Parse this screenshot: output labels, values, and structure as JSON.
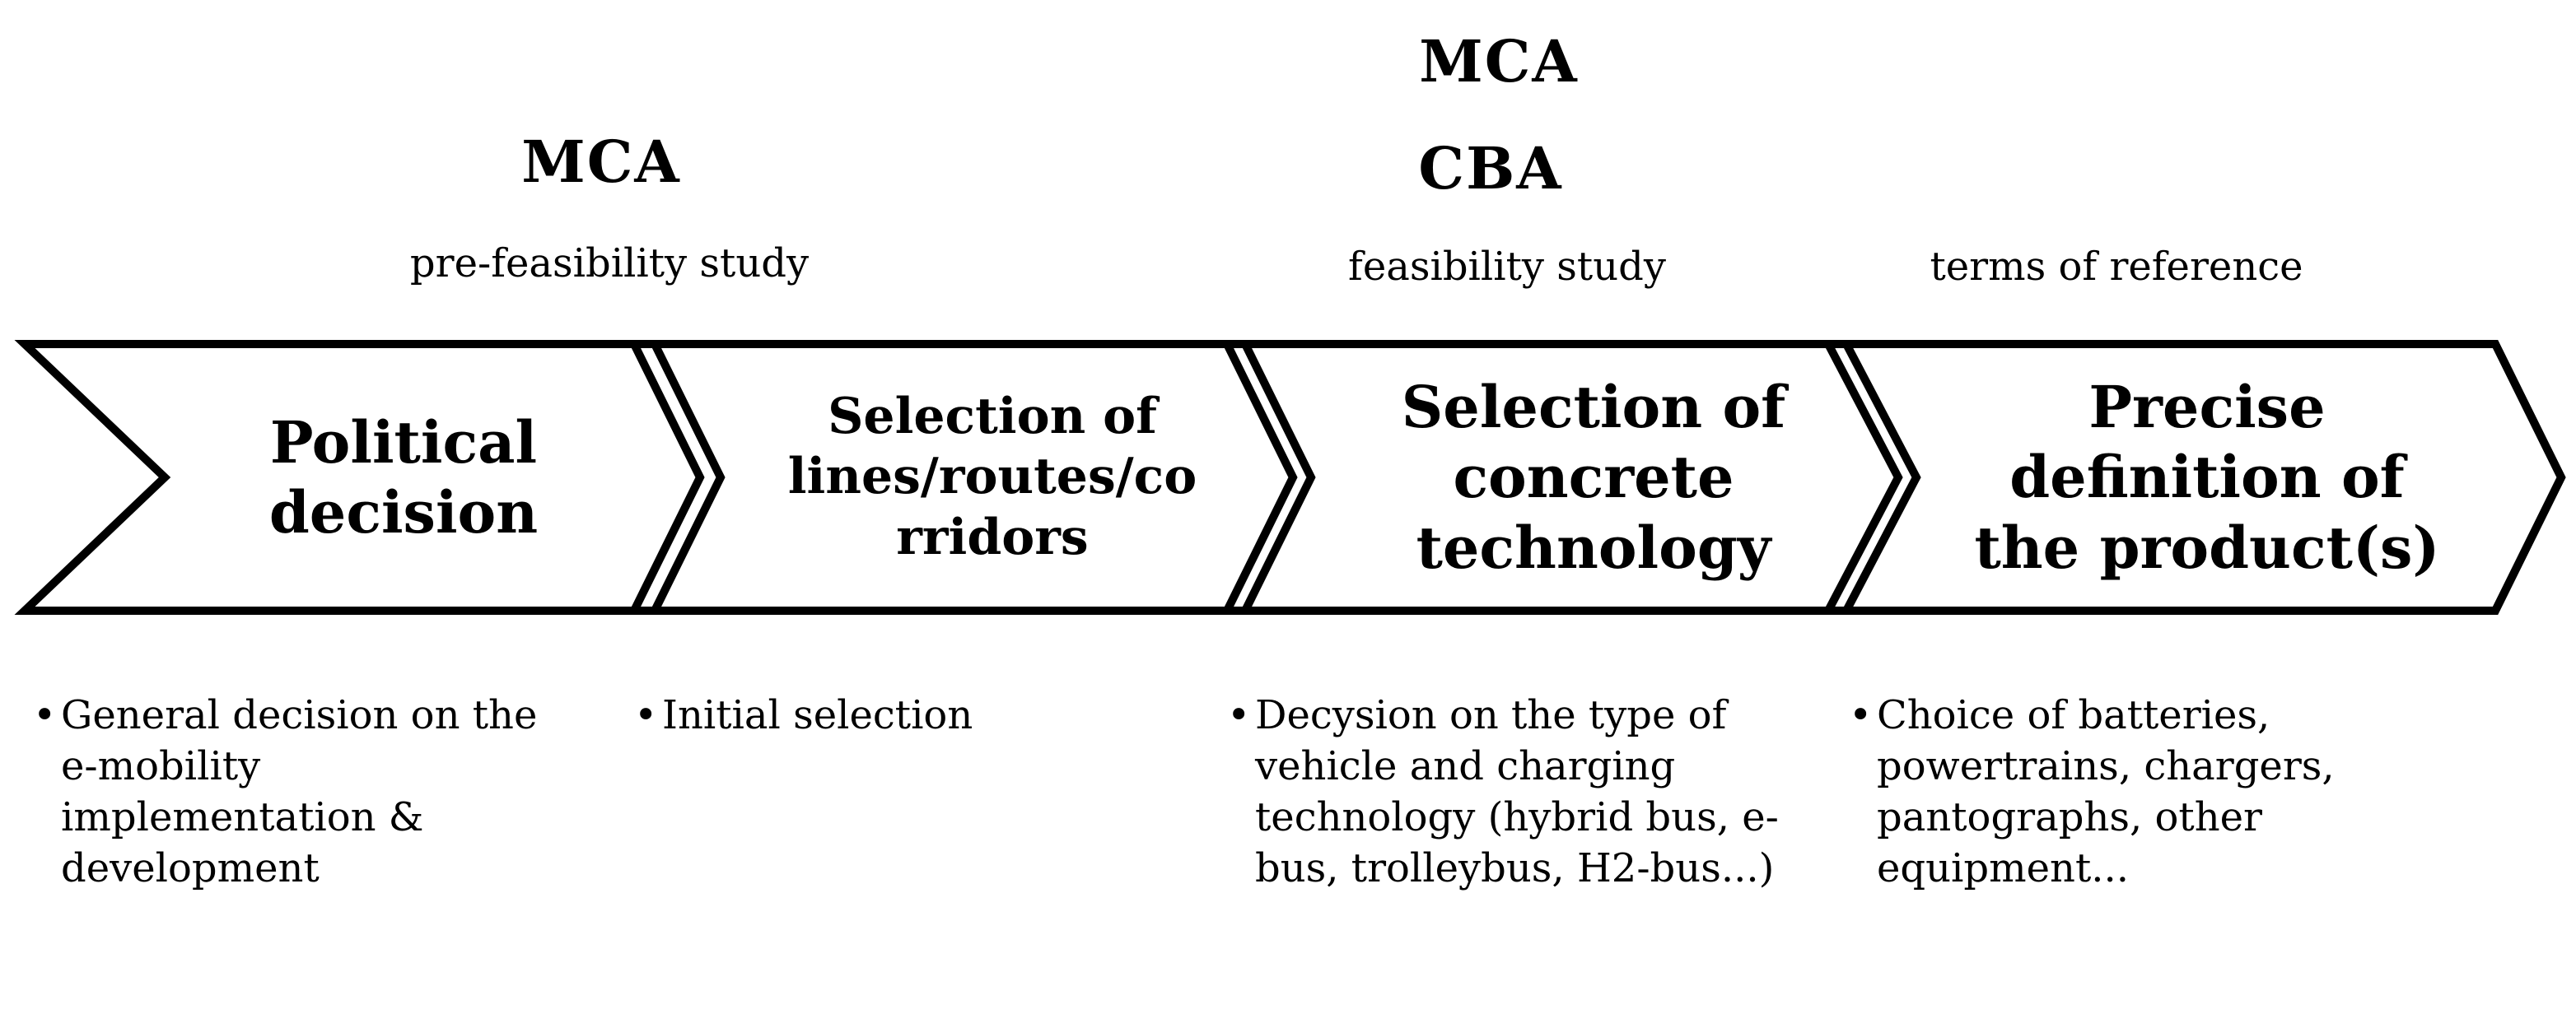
{
  "methods": {
    "stage1_mca": "MCA",
    "stage3_mca": "MCA",
    "stage3_cba": "CBA"
  },
  "studies": {
    "pre_feasibility": "pre-feasibility study",
    "feasibility": "feasibility study",
    "terms": "terms of reference"
  },
  "steps": [
    {
      "title": "Political decision",
      "lines": [
        "Political",
        "decision"
      ]
    },
    {
      "title": "Selection of lines/routes/corridors",
      "lines": [
        "Selection of",
        "lines/routes/co",
        "rridors"
      ]
    },
    {
      "title": "Selection of concrete technology",
      "lines": [
        "Selection of",
        "concrete",
        "technology"
      ]
    },
    {
      "title": "Precise definition of the product(s)",
      "lines": [
        "Precise",
        "definition of",
        "the product(s)"
      ]
    }
  ],
  "descriptions": [
    {
      "bullet": "General decision on the e-mobility implementation & development"
    },
    {
      "bullet": "Initial selection"
    },
    {
      "bullet": "Decysion on the type of vehicle and charging technology (hybrid bus, e-bus, trolleybus, H2-bus...)"
    },
    {
      "bullet": "Choice of batteries, powertrains, chargers, pantographs, other equipment..."
    }
  ]
}
